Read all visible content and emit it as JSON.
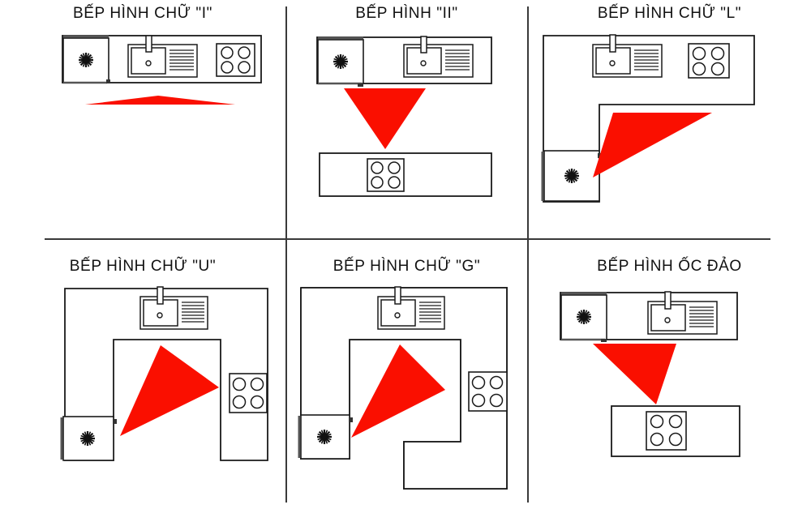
{
  "figure": {
    "type": "diagram",
    "subject": "kitchen-layout-types",
    "language": "vi",
    "background_color": "#ffffff",
    "line_color": "#1a1a1a",
    "accent_color": "#fa0f00",
    "grid": {
      "rows": 2,
      "columns": 3,
      "divider_color": "#3a3a3a"
    }
  },
  "panels": [
    {
      "id": "i-shape",
      "title": "BẾP HÌNH CHỮ \"I\"",
      "layout_letter": "I",
      "appliances": [
        "refrigerator",
        "sink",
        "cooktop"
      ],
      "work_triangle": "flat",
      "icons": {
        "refrigerator": "snowflake-icon",
        "sink": "sink-icon",
        "cooktop": "cooktop-4-burner-icon"
      }
    },
    {
      "id": "ii-shape",
      "title": "BẾP HÌNH  \"II\"",
      "layout_letter": "II",
      "appliances": [
        "refrigerator",
        "sink",
        "cooktop"
      ],
      "work_triangle": "downward",
      "icons": {
        "refrigerator": "snowflake-icon",
        "sink": "sink-icon",
        "cooktop": "cooktop-4-burner-icon"
      }
    },
    {
      "id": "l-shape",
      "title": "BẾP HÌNH  CHỮ \"L\"",
      "layout_letter": "L",
      "appliances": [
        "refrigerator",
        "sink",
        "cooktop"
      ],
      "work_triangle": "diagonal-right",
      "icons": {
        "refrigerator": "snowflake-icon",
        "sink": "sink-icon",
        "cooktop": "cooktop-4-burner-icon"
      }
    },
    {
      "id": "u-shape",
      "title": "BẾP HÌNH  CHỮ \"U\"",
      "layout_letter": "U",
      "appliances": [
        "refrigerator",
        "sink",
        "cooktop"
      ],
      "work_triangle": "wide-right",
      "icons": {
        "refrigerator": "snowflake-icon",
        "sink": "sink-icon",
        "cooktop": "cooktop-4-burner-icon"
      }
    },
    {
      "id": "g-shape",
      "title": "BẾP HÌNH  CHỮ \"G\"",
      "layout_letter": "G",
      "appliances": [
        "refrigerator",
        "sink",
        "cooktop"
      ],
      "work_triangle": "wide-right",
      "icons": {
        "refrigerator": "snowflake-icon",
        "sink": "sink-icon",
        "cooktop": "cooktop-4-burner-icon"
      }
    },
    {
      "id": "island",
      "title": "BẾP HÌNH  ỐC ĐẢO",
      "layout_letter": "island",
      "appliances": [
        "refrigerator",
        "sink",
        "cooktop-island"
      ],
      "work_triangle": "downward-right",
      "icons": {
        "refrigerator": "snowflake-icon",
        "sink": "sink-icon",
        "cooktop": "cooktop-4-burner-icon"
      }
    }
  ]
}
